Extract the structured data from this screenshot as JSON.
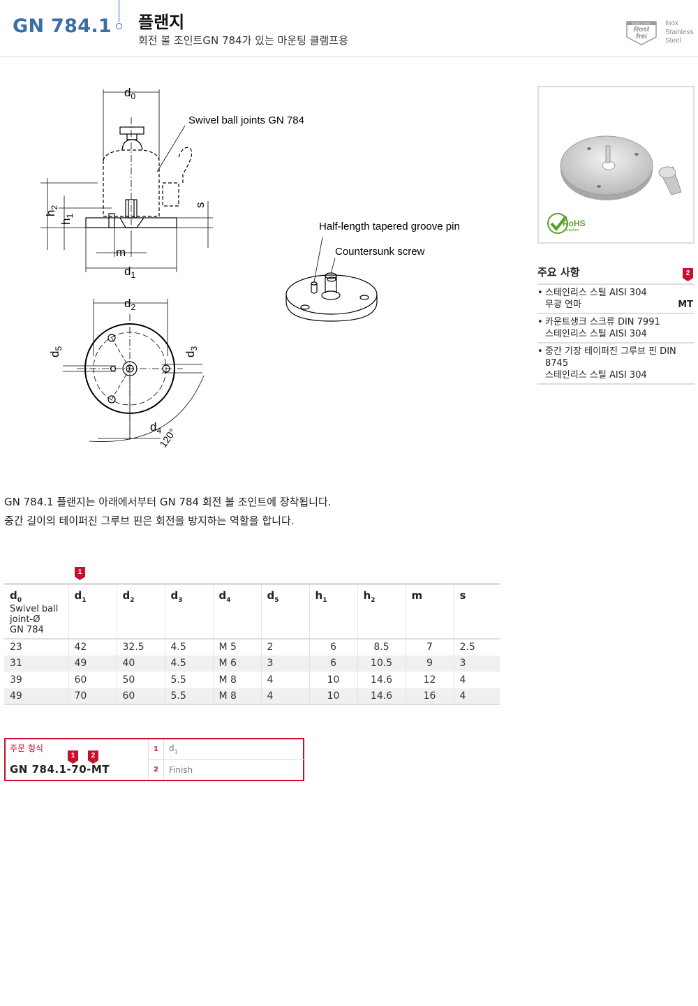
{
  "header": {
    "code": "GN 784.1",
    "title": "플랜지",
    "subtitle": "회전 볼 조인트GN 784가 있는 마운팅 클램프용",
    "badge": {
      "line1": "EDELSTAHL",
      "line2": "Rost",
      "line3": "frei"
    },
    "inox": [
      "Inox",
      "Stainless",
      "Steel"
    ]
  },
  "drawing": {
    "label_swivel": "Swivel ball joints GN 784",
    "label_pin": "Half-length tapered groove pin",
    "label_screw": "Countersunk screw",
    "angle": "120°",
    "dims": {
      "d0": "d",
      "s": "s",
      "m": "m",
      "h": "h"
    }
  },
  "photo": {
    "rohs": "RoHS",
    "rohs_sub": "compliant"
  },
  "key_features": {
    "title": "주요 사항",
    "marker": "2",
    "items": [
      {
        "lines": [
          "스테인리스 스틸 AISI 304",
          "무광 연마"
        ],
        "tag": "MT"
      },
      {
        "lines": [
          "카운트생크 스크류 DIN 7991",
          "스테인리스 스틸 AISI 304"
        ],
        "tag": ""
      },
      {
        "lines": [
          "중간 기장 테이퍼진 그루브 핀 DIN",
          "8745",
          "스테인리스 스틸 AISI 304"
        ],
        "tag": ""
      }
    ]
  },
  "description": [
    "GN 784.1 플랜지는 아래에서부터 GN 784 회전 볼 조인트에 장착됩니다.",
    "중간 길이의 테이퍼진 그루브 핀은 회전을 방지하는 역할을 합니다."
  ],
  "table": {
    "marker": "1",
    "headers": [
      {
        "base": "d",
        "sub": "0",
        "extra": [
          "Swivel ball",
          "joint-Ø",
          "GN 784"
        ]
      },
      {
        "base": "d",
        "sub": "1"
      },
      {
        "base": "d",
        "sub": "2"
      },
      {
        "base": "d",
        "sub": "3"
      },
      {
        "base": "d",
        "sub": "4"
      },
      {
        "base": "d",
        "sub": "5"
      },
      {
        "base": "h",
        "sub": "1"
      },
      {
        "base": "h",
        "sub": "2"
      },
      {
        "base": "m",
        "sub": ""
      },
      {
        "base": "s",
        "sub": ""
      }
    ],
    "rows": [
      [
        "23",
        "42",
        "32.5",
        "4.5",
        "M 5",
        "2",
        "6",
        "8.5",
        "7",
        "2.5"
      ],
      [
        "31",
        "49",
        "40",
        "4.5",
        "M 6",
        "3",
        "6",
        "10.5",
        "9",
        "3"
      ],
      [
        "39",
        "60",
        "50",
        "5.5",
        "M 8",
        "4",
        "10",
        "14.6",
        "12",
        "4"
      ],
      [
        "49",
        "70",
        "60",
        "5.5",
        "M 8",
        "4",
        "10",
        "14.6",
        "16",
        "4"
      ]
    ]
  },
  "order": {
    "label": "주문 형식",
    "code": "GN 784.1-70-MT",
    "marker1": "1",
    "marker2": "2",
    "rows": [
      {
        "num": "1",
        "text": "d",
        "sub": "1"
      },
      {
        "num": "2",
        "text": "Finish",
        "sub": ""
      }
    ]
  }
}
